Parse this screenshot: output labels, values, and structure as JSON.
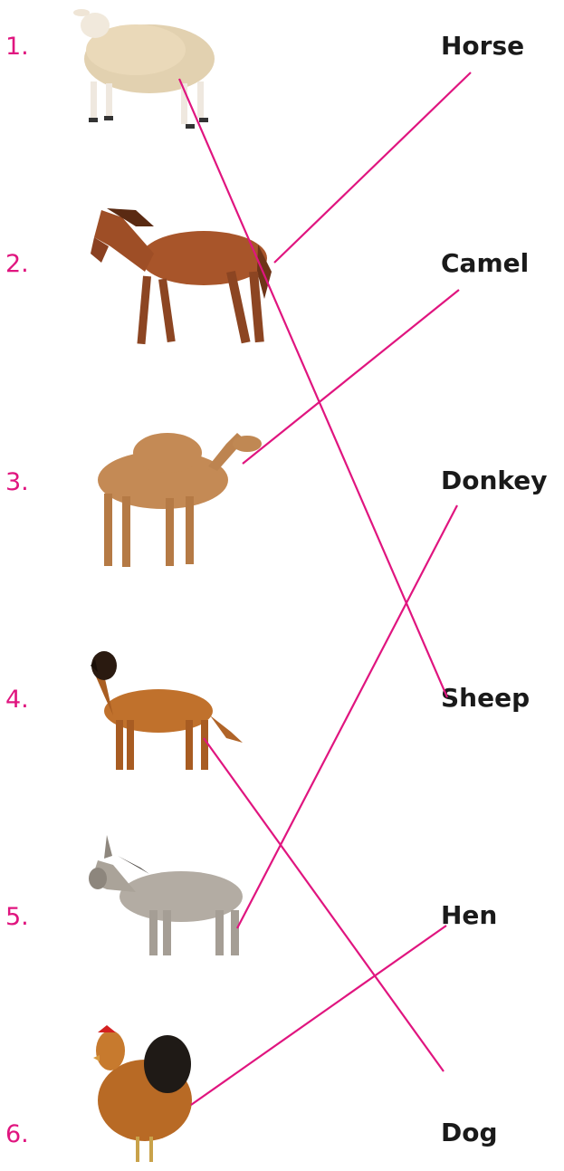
{
  "numbers": [
    "1.",
    "2.",
    "3.",
    "4.",
    "5.",
    "6."
  ],
  "animals": [
    "sheep-icon",
    "horse-icon",
    "camel-icon",
    "dog-icon",
    "donkey-icon",
    "hen-icon"
  ],
  "words": [
    "Horse",
    "Camel",
    "Donkey",
    "Sheep",
    "Hen",
    "Dog"
  ],
  "colors": {
    "line": "#e0157f",
    "number": "#e0157f",
    "word": "#1a1a1a"
  },
  "matches": [
    {
      "picture": 1,
      "word": "Sheep"
    },
    {
      "picture": 2,
      "word": "Horse"
    },
    {
      "picture": 3,
      "word": "Camel"
    },
    {
      "picture": 4,
      "word": "Dog"
    },
    {
      "picture": 5,
      "word": "Donkey"
    },
    {
      "picture": 6,
      "word": "Hen"
    }
  ]
}
